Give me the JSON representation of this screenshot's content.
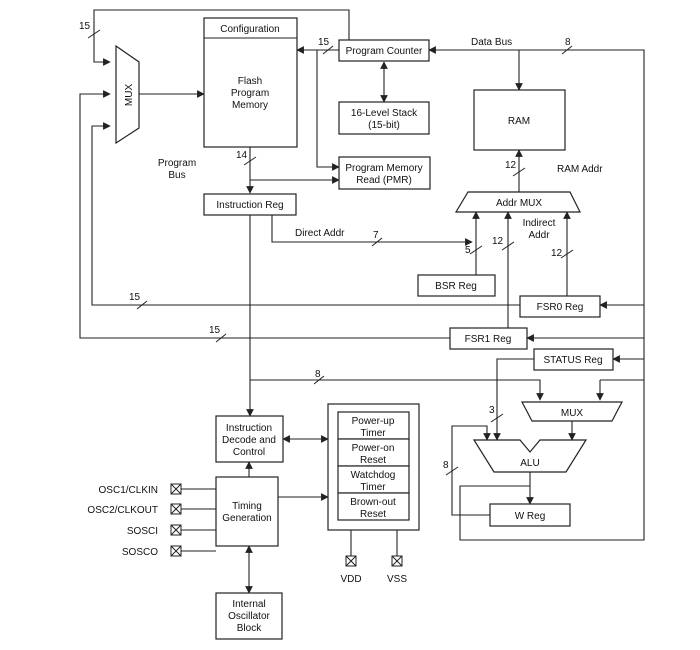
{
  "blocks": {
    "configuration": "Configuration",
    "flash": [
      "Flash",
      "Program",
      "Memory"
    ],
    "mux_left": "MUX",
    "program_counter": "Program Counter",
    "stack": [
      "16-Level Stack",
      "(15-bit)"
    ],
    "pmr": [
      "Program Memory",
      "Read (PMR)"
    ],
    "instruction_reg": "Instruction Reg",
    "ram": "RAM",
    "addr_mux": "Addr MUX",
    "bsr_reg": "BSR Reg",
    "fsr0_reg": "FSR0 Reg",
    "fsr1_reg": "FSR1 Reg",
    "status_reg": "STATUS Reg",
    "mux_alu": "MUX",
    "alu": "ALU",
    "w_reg": "W Reg",
    "instr_decode": [
      "Instruction",
      "Decode and",
      "Control"
    ],
    "timing": [
      "Timing",
      "Generation"
    ],
    "internal_osc": [
      "Internal",
      "Oscillator",
      "Block"
    ],
    "power_group": [
      [
        "Power-up",
        "Timer"
      ],
      [
        "Power-on",
        "Reset"
      ],
      [
        "Watchdog",
        "Timer"
      ],
      [
        "Brown-out",
        "Reset"
      ]
    ]
  },
  "labels": {
    "data_bus": "Data Bus",
    "program_bus": [
      "Program",
      "Bus"
    ],
    "ram_addr": "RAM Addr",
    "direct_addr": "Direct Addr",
    "indirect_addr": [
      "Indirect",
      "Addr"
    ]
  },
  "bus_widths": {
    "mux_top": "15",
    "pc_in": "15",
    "data_bus": "8",
    "program_bus": "14",
    "ram_addr": "12",
    "direct_addr": "7",
    "bsr": "5",
    "fsr1_addr": "12",
    "fsr0_addr": "12",
    "fsr0_loop": "15",
    "fsr1_loop": "15",
    "inner_bus": "8",
    "status_alu": "3",
    "w_loop": "8"
  },
  "pins": {
    "osc1": "OSC1/CLKIN",
    "osc2": "OSC2/CLKOUT",
    "sosci": "SOSCI",
    "sosco": "SOSCO",
    "vdd": "VDD",
    "vss": "VSS"
  }
}
